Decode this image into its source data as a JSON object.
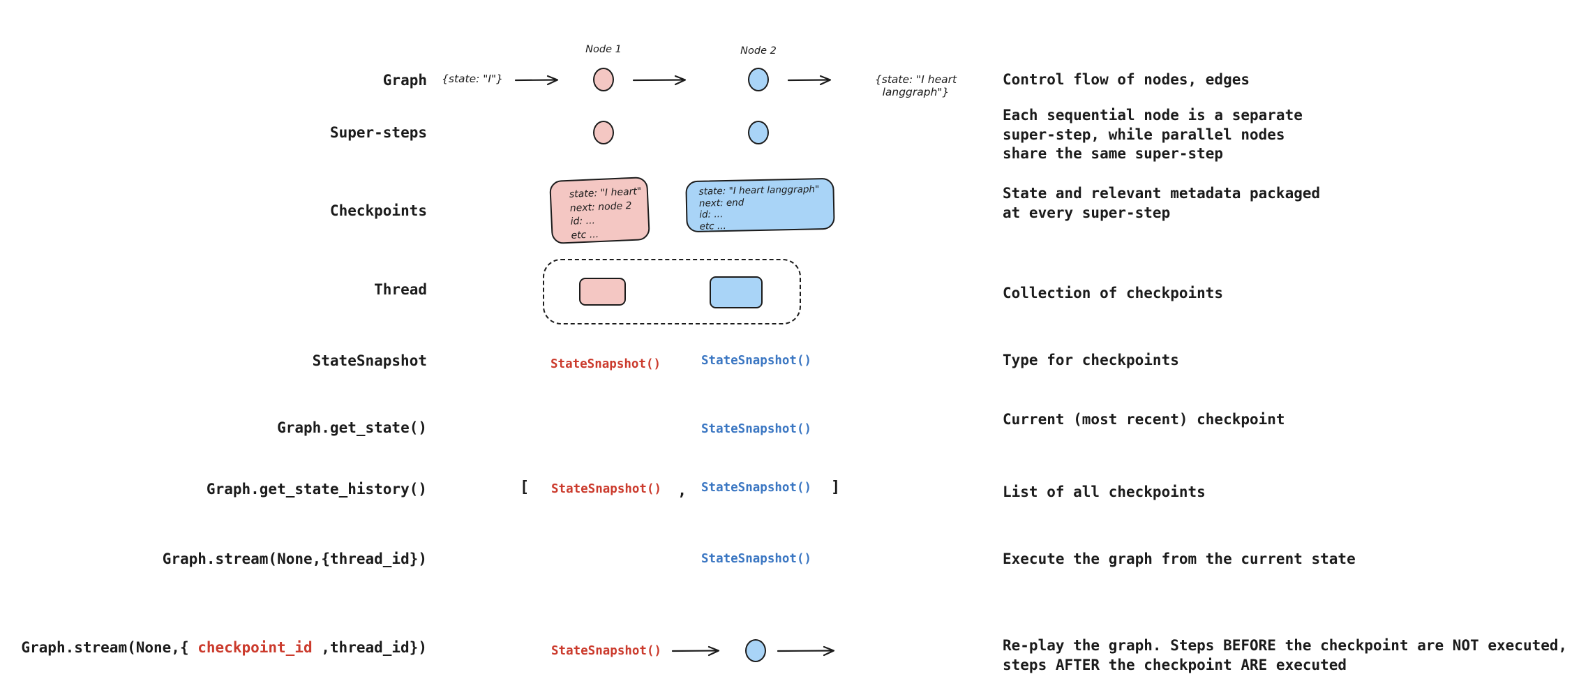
{
  "colors": {
    "ink": "#1b1b1b",
    "red_accent": "#cb3a2c",
    "blue_accent": "#3a76c2",
    "pink_fill": "#f4c7c3",
    "blue_fill": "#a9d4f7",
    "background": "#ffffff"
  },
  "rows": {
    "graph": {
      "label": "Graph",
      "input_state": "{state: \"I\"}",
      "node1_label": "Node 1",
      "node2_label": "Node 2",
      "output_state": "{state: \"I heart langgraph\"}",
      "description": "Control flow of nodes, edges"
    },
    "super_steps": {
      "label": "Super-steps",
      "description": "Each sequential node is a separate\nsuper-step, while parallel nodes\nshare the same super-step"
    },
    "checkpoints": {
      "label": "Checkpoints",
      "pink_box_text": "state: \"I heart\"\nnext: node 2\nid: ...\netc ...",
      "blue_box_text": "state: \"I heart langgraph\"\nnext: end\nid: ...\netc ...",
      "description": "State and relevant metadata packaged\nat every super-step"
    },
    "thread": {
      "label": "Thread",
      "description": "Collection of checkpoints"
    },
    "state_snapshot": {
      "label": "StateSnapshot",
      "red_call": "StateSnapshot()",
      "blue_call": "StateSnapshot()",
      "description": "Type for checkpoints"
    },
    "get_state": {
      "label": "Graph.get_state()",
      "blue_call": "StateSnapshot()",
      "description": "Current (most recent) checkpoint"
    },
    "get_state_history": {
      "label": "Graph.get_state_history()",
      "bracket_open": "[",
      "red_call": "StateSnapshot()",
      "comma": ",",
      "blue_call": "StateSnapshot()",
      "bracket_close": "]",
      "description": "List of all checkpoints"
    },
    "stream_thread": {
      "label": "Graph.stream(None,{thread_id})",
      "blue_call": "StateSnapshot()",
      "description": "Execute the graph from the current state"
    },
    "stream_checkpoint": {
      "label_prefix": "Graph.stream(None,{ ",
      "label_highlight": "checkpoint_id",
      "label_suffix": " ,thread_id})",
      "red_call": "StateSnapshot()",
      "description": "Re-play the graph. Steps BEFORE the checkpoint are NOT executed,\nsteps AFTER the checkpoint ARE executed"
    }
  }
}
